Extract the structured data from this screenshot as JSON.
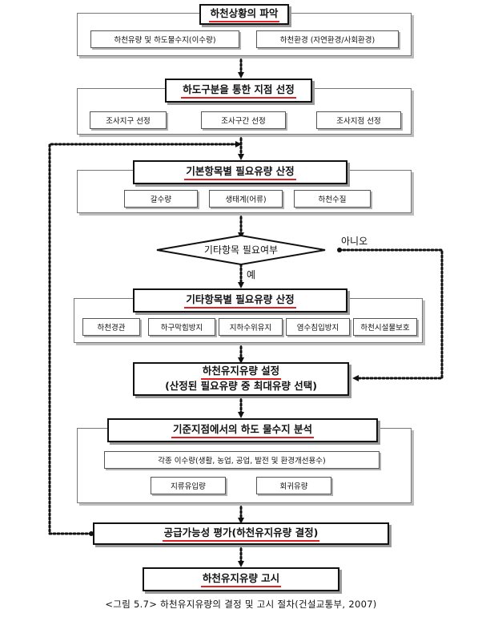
{
  "steps": {
    "s1": {
      "title": "하천상황의 파악",
      "subs": [
        "하천유량 및 하도물수지(이수량)",
        "하천환경 (자연환경/사회환경)"
      ]
    },
    "s2": {
      "title": "하도구분을 통한 지점 선정",
      "subs": [
        "조사지구 선정",
        "조사구간 선정",
        "조사지점 선정"
      ]
    },
    "s3": {
      "title": "기본항목별 필요유량 산정",
      "subs": [
        "갈수량",
        "생태계(어류)",
        "하천수질"
      ]
    },
    "decision": {
      "title": "기타항목 필요여부",
      "yes": "예",
      "no": "아니오"
    },
    "s4": {
      "title": "기타항목별 필요유량 산정",
      "subs": [
        "하천경관",
        "하구막힘방지",
        "지하수위유지",
        "염수침입방지",
        "하천시설물보호"
      ]
    },
    "s5": {
      "title_line1": "하천유지유량 설정",
      "title_line2": "(산정된 필요유량 중 최대유량 선택)"
    },
    "s6": {
      "title": "기준지점에서의 하도 물수지 분석",
      "wide": "각종 이수량(생활, 농업, 공업, 발전 및 환경개선용수)",
      "subs": [
        "지류유입량",
        "회귀유량"
      ]
    },
    "s7": {
      "title": "공급가능성 평가(하천유지유량 결정)"
    },
    "s8": {
      "title": "하천유지유량 고시"
    }
  },
  "caption": "<그림 5.7> 하천유지유량의 결정 및 고시 절차(건설교통부, 2007)"
}
